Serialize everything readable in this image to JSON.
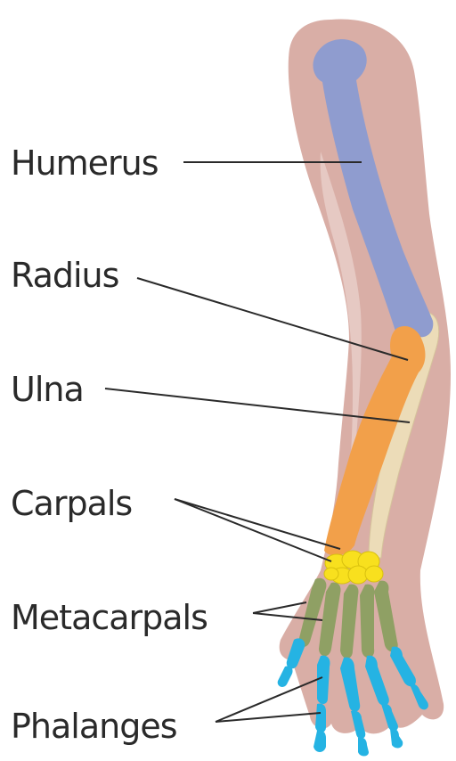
{
  "labels": {
    "humerus": "Humerus",
    "radius": "Radius",
    "ulna": "Ulna",
    "carpals": "Carpals",
    "metacarpals": "Metacarpals",
    "phalanges": "Phalanges"
  },
  "colors": {
    "skin_outer": "#d9aea6",
    "skin_inner": "#ead2cc",
    "humerus": "#8f9ccf",
    "radius": "#f2a04a",
    "ulna": "#ecdcb8",
    "carpals": "#f8e01e",
    "metacarpals": "#8fa064",
    "phalanges": "#25b3e3",
    "text": "#2a2a2a"
  }
}
